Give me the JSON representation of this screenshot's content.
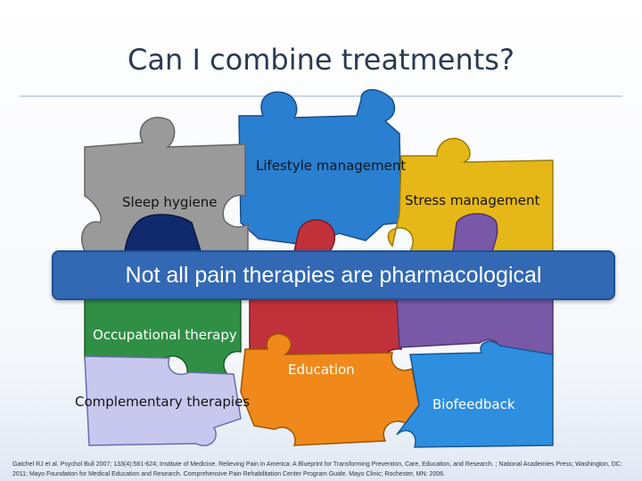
{
  "slide": {
    "title": "Can I combine treatments?",
    "banner": "Not all pain therapies are pharmacological",
    "pieces": {
      "lifestyle": "Lifestyle management",
      "sleep": "Sleep hygiene",
      "stress": "Stress management",
      "occupational": "Occupational therapy",
      "education": "Education",
      "complementary": "Complementary therapies",
      "biofeedback": "Biofeedback"
    },
    "citation": "Gatchel RJ et al. Psychol Bull 2007; 133(4):581-624; Institute of Medicine. Relieving Pain in America: A Blueprint for Transforming Prevention, Care, Education, and Research. ; National Academies Press; Washington, DC: 2011; Mayo Foundation for Medical Education and Research. Comprehensive Pain Rehabilitation Center Program Guide. Mayo Clinic; Rochester, MN: 2006."
  },
  "colors": {
    "grey": "#9a9a9a",
    "blue": "#2a7fd0",
    "yellow": "#e6b817",
    "navy": "#112a6d",
    "red": "#c1313a",
    "purple": "#7a58a8",
    "green": "#2f8f44",
    "orange": "#f0891a",
    "lavender": "#c8c8ef",
    "light_blue": "#2e8ee0",
    "banner": "#3268b4"
  }
}
